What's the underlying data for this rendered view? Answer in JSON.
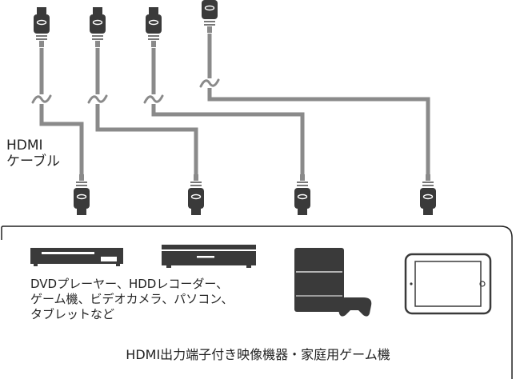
{
  "labels": {
    "cable_line1": "HDMI",
    "cable_line2": "ケーブル",
    "source_line1": "DVDプレーヤー、HDDレコーダー、",
    "source_line2": "ゲーム機、ビデオカメラ、パソコン、",
    "source_line3": "タブレットなど",
    "box_caption": "HDMI出力端子付き映像機器・家庭用ゲーム機"
  },
  "colors": {
    "cable": "#8a8a8a",
    "plug": "#3a3a3a",
    "plug_outline": "#222222",
    "device_dark": "#3a3a3a",
    "device_light": "#ffffff",
    "box_border": "#222222"
  }
}
